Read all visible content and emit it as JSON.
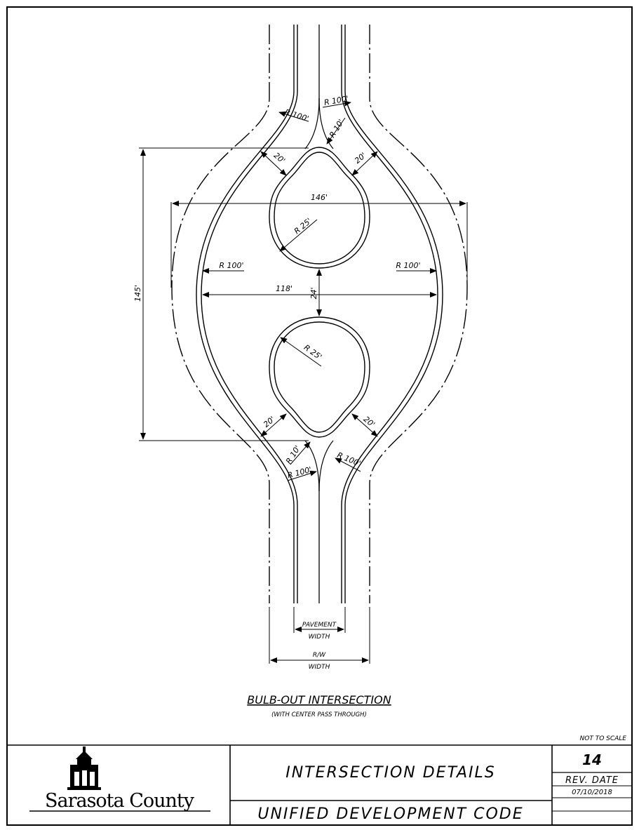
{
  "drawing": {
    "title": "BULB-OUT INTERSECTION",
    "subtitle": "(WITH CENTER PASS THROUGH)",
    "scale_note": "NOT TO SCALE",
    "dimensions": {
      "total_row_width": "146'",
      "pavement_width_between_curbs": "118'",
      "length": "145'",
      "island_gap": "24'",
      "island_radius_top": "R 25'",
      "island_radius_bottom": "R 25'",
      "outer_radius_left": "R 100'",
      "outer_radius_right": "R 100'",
      "top_left_radius": "R 100'",
      "top_right_radius": "R 100'",
      "top_nose_radius": "R 10'",
      "bottom_left_radius": "R 100'",
      "bottom_right_radius": "R 100'",
      "bottom_nose_radius": "R 10'",
      "lane_top_left": "20'",
      "lane_top_right": "20'",
      "lane_bottom_left": "20'",
      "lane_bottom_right": "20'"
    },
    "pavement_label": [
      "PAVEMENT",
      "WIDTH"
    ],
    "rw_label": [
      "R/W",
      "WIDTH"
    ]
  },
  "title_block": {
    "logo_text": "Sarasota County",
    "drawing_name": "INTERSECTION DETAILS",
    "code_name": "UNIFIED DEVELOPMENT CODE",
    "sheet_number": "14",
    "rev_label": "REV. DATE",
    "rev_date": "07/10/2018"
  }
}
